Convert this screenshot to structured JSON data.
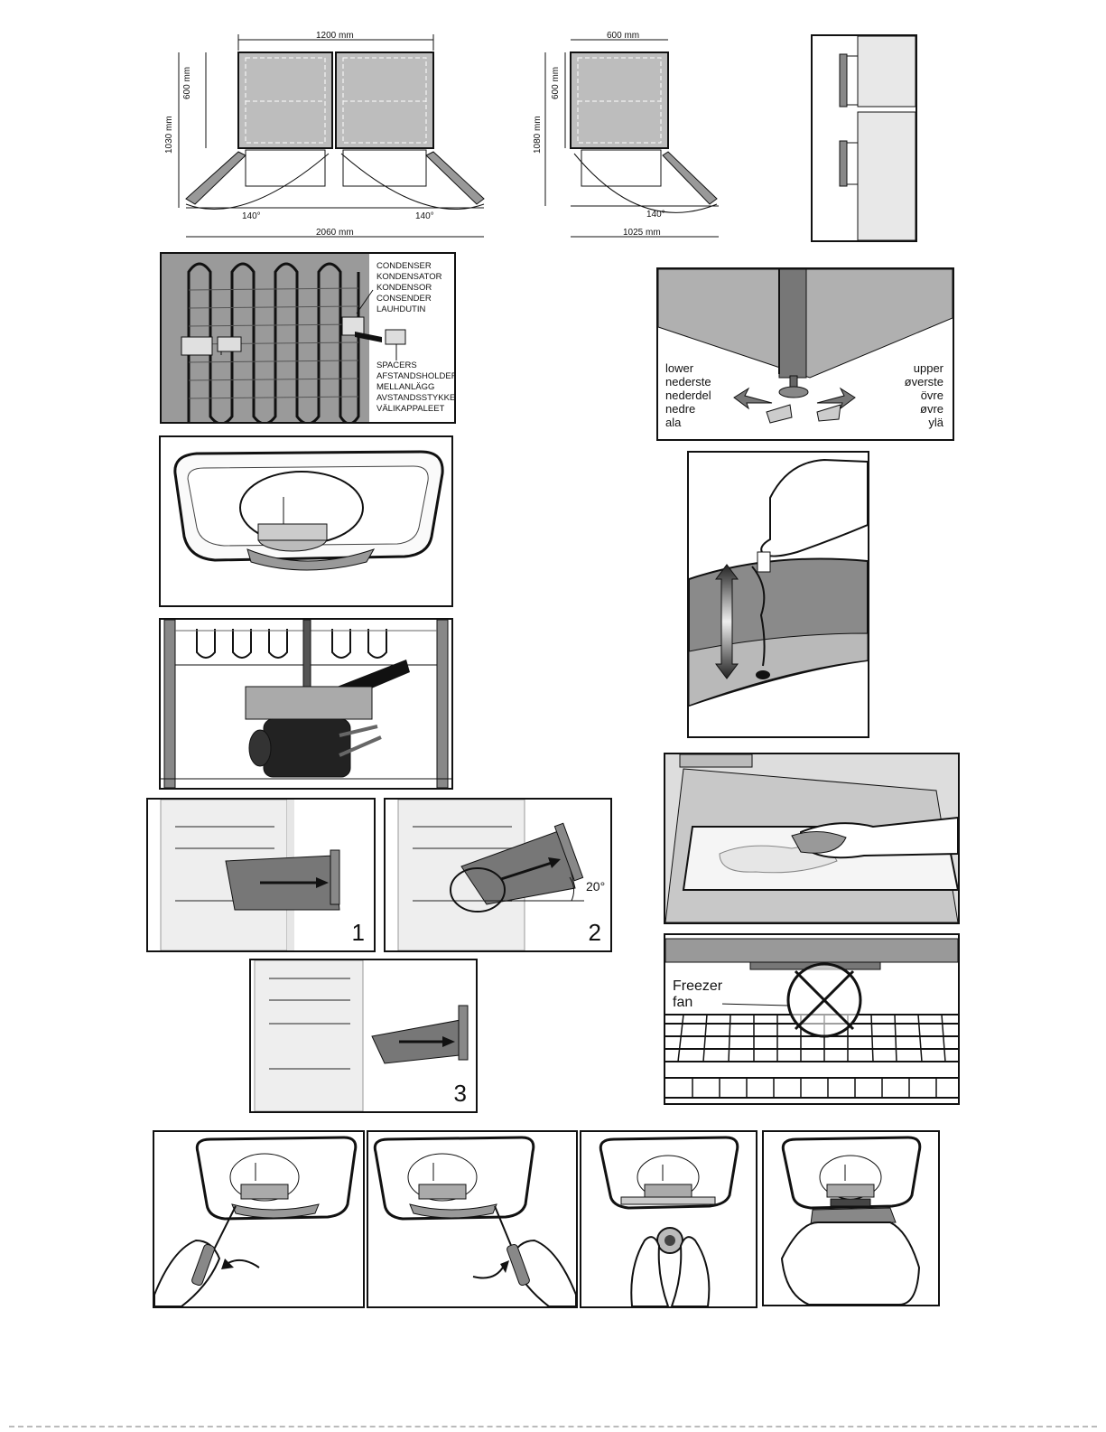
{
  "dims_double": {
    "width": "1200 mm",
    "depth": "600 mm",
    "depth_open": "1030 mm",
    "angle_left": "140°",
    "angle_right": "140°",
    "total": "2060 mm"
  },
  "dims_single": {
    "width": "600 mm",
    "depth": "600 mm",
    "depth_open": "1080 mm",
    "angle": "140°",
    "total": "1025 mm"
  },
  "condenser": {
    "condenser_labels": [
      "CONDENSER",
      "KONDENSATOR",
      "KONDENSOR",
      "CONSENDER",
      "LAUHDUTIN"
    ],
    "spacer_labels": [
      "SPACERS",
      "AFSTANDSHOLDERE",
      "MELLANLÄGG",
      "AVSTANDSSTYKKER",
      "VÄLIKAPPALEET"
    ]
  },
  "feet": {
    "lower_labels": [
      "lower",
      "nederste",
      "nederdel",
      "nedre",
      "ala"
    ],
    "upper_labels": [
      "upper",
      "øverste",
      "övre",
      "øvre",
      "ylä"
    ]
  },
  "drawer_steps": {
    "step1": "1",
    "step2": "2",
    "step3": "3",
    "angle": "20°"
  },
  "freezer": {
    "label_line1": "Freezer",
    "label_line2": "fan"
  }
}
